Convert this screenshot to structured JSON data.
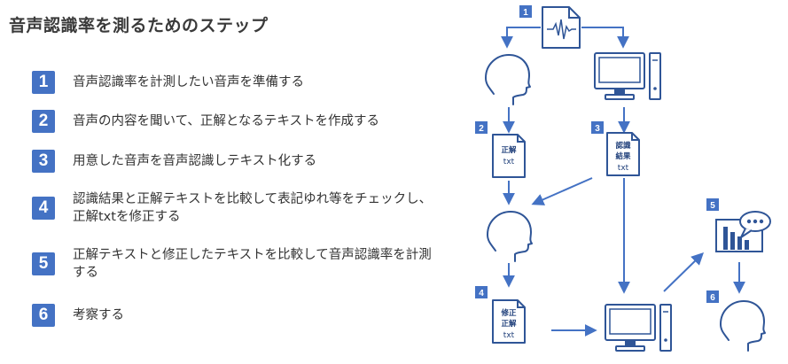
{
  "title": "音声認識率を測るためのステップ",
  "steps": [
    {
      "num": "1",
      "lines": [
        "音声認識率を計測したい音声を準備する"
      ]
    },
    {
      "num": "2",
      "lines": [
        "音声の内容を聞いて、正解となるテキストを作成する"
      ]
    },
    {
      "num": "3",
      "lines": [
        "用意した音声を音声認識しテキスト化する"
      ]
    },
    {
      "num": "4",
      "lines": [
        "認識結果と正解テキストを比較して表記ゆれ等をチェックし、",
        "正解txtを修正する"
      ]
    },
    {
      "num": "5",
      "lines": [
        "正解テキストと修正したテキストを比較して音声認識率を計測",
        "する"
      ]
    },
    {
      "num": "6",
      "lines": [
        "考察する"
      ]
    }
  ],
  "diagram": {
    "badges": [
      "1",
      "2",
      "3",
      "4",
      "5",
      "6"
    ],
    "doc_correct": [
      "正解",
      "txt"
    ],
    "doc_result": [
      "認識",
      "結果",
      "txt"
    ],
    "doc_revised": [
      "修正",
      "正解",
      "txt"
    ]
  },
  "colors": {
    "accent": "#4472c4",
    "line": "#2f5597"
  }
}
